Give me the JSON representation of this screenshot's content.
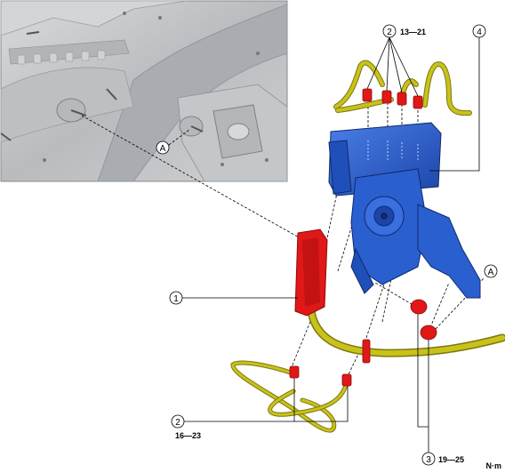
{
  "callouts": [
    {
      "id": "c1",
      "number": "1"
    },
    {
      "id": "c2a",
      "number": "2"
    },
    {
      "id": "c2b",
      "number": "2"
    },
    {
      "id": "c3",
      "number": "3"
    },
    {
      "id": "c4",
      "number": "4"
    }
  ],
  "ref_marks": {
    "inset": "A",
    "main": "A"
  },
  "torques": {
    "top_pipes": "13—21",
    "lower_pipes": "16—23",
    "bracket_nuts": "19—25"
  },
  "unit": "N·m",
  "colors": {
    "module": "#2a5fd0",
    "module_dark": "#163c91",
    "fitting": "#e01818",
    "pipe": "#c8c21a",
    "pipe_dark": "#7d7810",
    "inset_bg": "#c9cccf"
  }
}
